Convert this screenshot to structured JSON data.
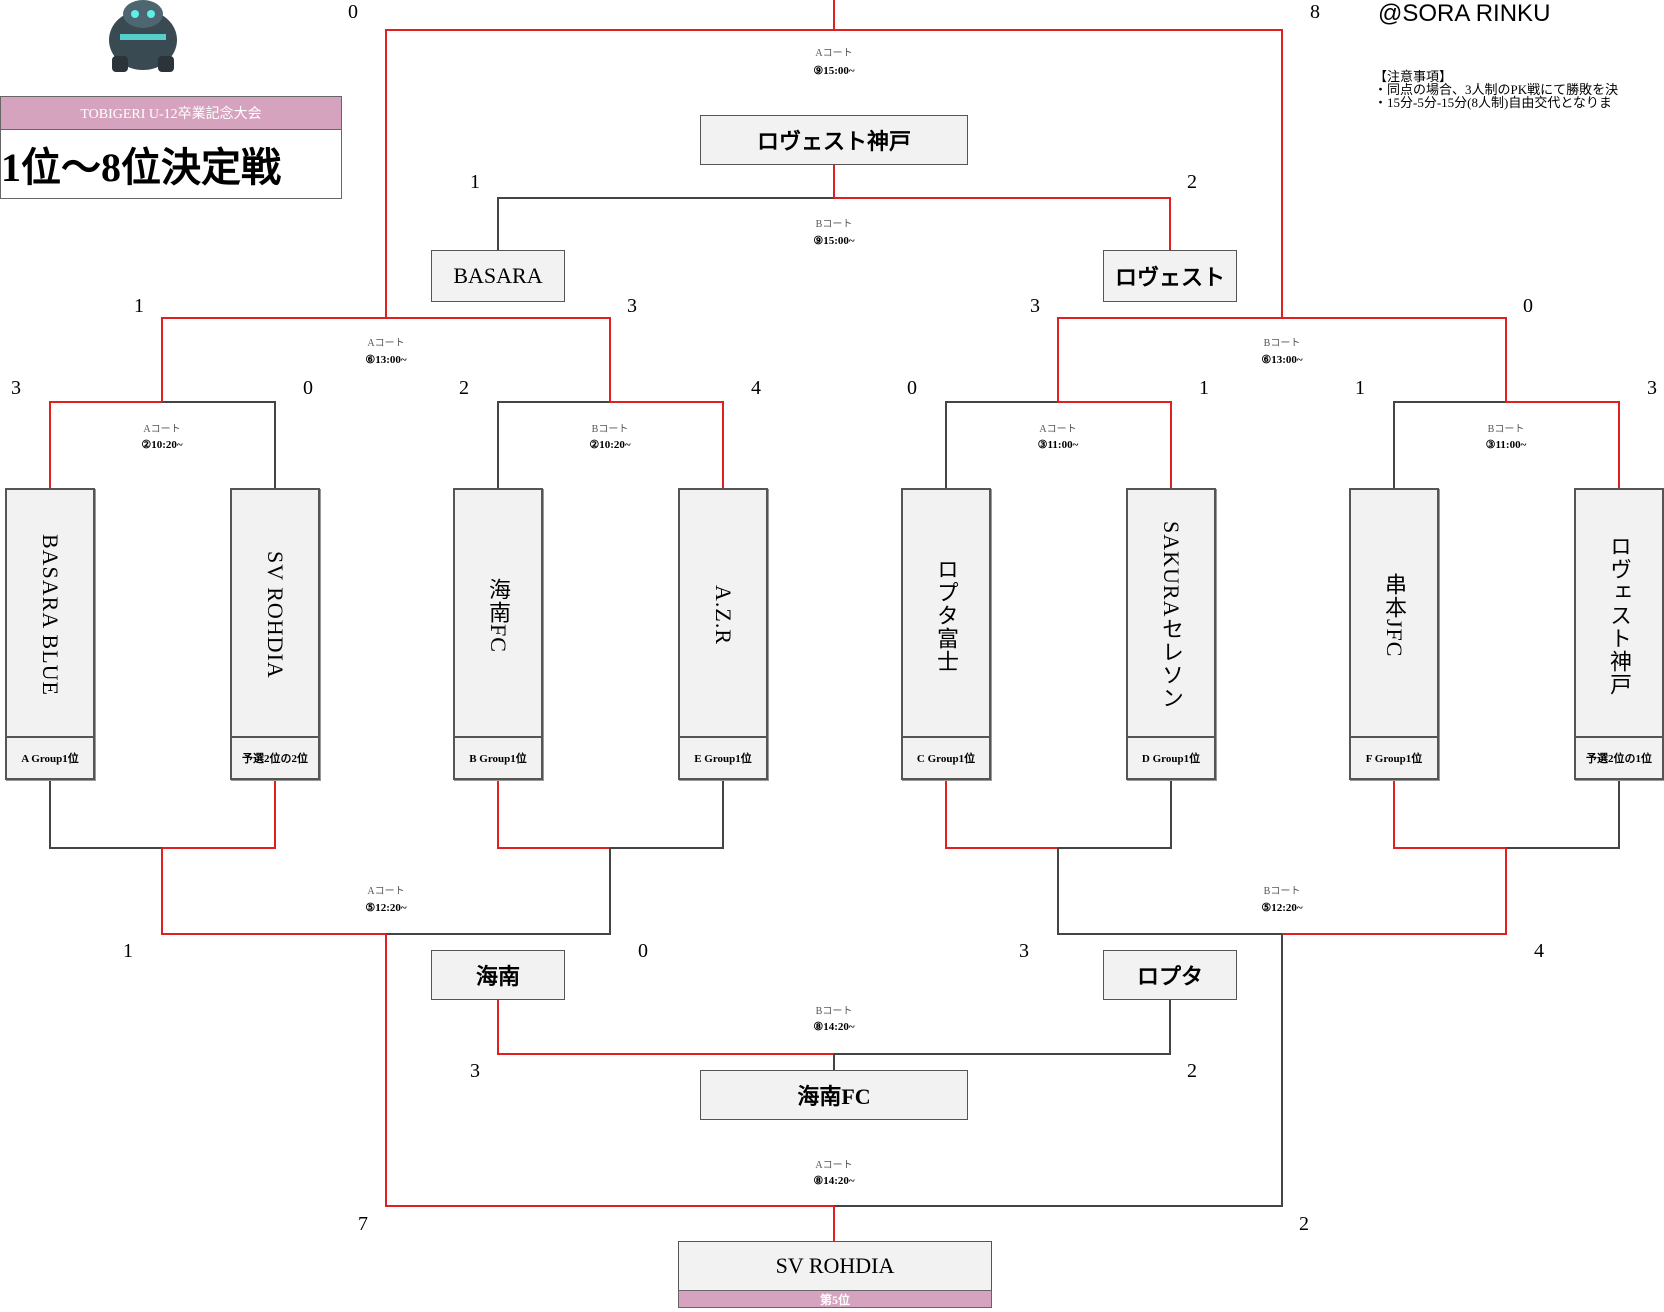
{
  "header": {
    "tournament": "TOBIGERI U-12卒業記念大会",
    "title": "1位〜8位決定戦",
    "venue": "@SORA RINKU",
    "notes_title": "【注意事項】",
    "notes": [
      "・同点の場合、3人制のPK戦にて勝敗を決",
      "・15分-5分-15分(8人制)自由交代となりま"
    ]
  },
  "teams": [
    {
      "name": "BASARA BLUE",
      "seed": "A Group1位"
    },
    {
      "name": "SV ROHDIA",
      "seed": "予選2位の2位"
    },
    {
      "name": "海南FC",
      "seed": "B Group1位"
    },
    {
      "name": "A.Z.R",
      "seed": "E Group1位"
    },
    {
      "name": "ロプタ富士",
      "seed": "C Group1位"
    },
    {
      "name": "SAKURAセレソン",
      "seed": "D Group1位"
    },
    {
      "name": "串本JFC",
      "seed": "F Group1位"
    },
    {
      "name": "ロヴェスト神戸",
      "seed": "予選2位の1位"
    }
  ],
  "matches": {
    "m1": {
      "court": "Aコート",
      "time": "②10:20~",
      "score_left": "3",
      "score_right": "0"
    },
    "m2": {
      "court": "Bコート",
      "time": "②10:20~",
      "score_left": "2",
      "score_right": "4"
    },
    "m3": {
      "court": "Aコート",
      "time": "③11:00~",
      "score_left": "0",
      "score_right": "1"
    },
    "m4": {
      "court": "Bコート",
      "time": "③11:00~",
      "score_left": "1",
      "score_right": "3"
    },
    "w1": {
      "court": "Aコート",
      "time": "⑥13:00~",
      "score_left": "1",
      "score_right": "3"
    },
    "w2": {
      "court": "Bコート",
      "time": "⑥13:00~",
      "score_left": "3",
      "score_right": "0"
    },
    "final": {
      "court": "Aコート",
      "time": "⑨15:00~",
      "score_left": "0",
      "score_right": "8",
      "winner": "ロヴェスト神戸"
    },
    "third": {
      "court": "Bコート",
      "time": "⑨15:00~",
      "score_left": "1",
      "score_right": "2",
      "winner": "ロヴェスト"
    },
    "l1": {
      "court": "Aコート",
      "time": "⑤12:20~",
      "score_left": "1",
      "score_right": "0"
    },
    "l2": {
      "court": "Bコート",
      "time": "⑤12:20~",
      "score_left": "3",
      "score_right": "4"
    },
    "fifth": {
      "court": "Aコート",
      "time": "⑧14:20~",
      "score_left": "7",
      "score_right": "2",
      "winner": "SV ROHDIA",
      "rank": "第5位"
    },
    "seventh": {
      "court": "Bコート",
      "time": "⑧14:20~",
      "score_left": "3",
      "score_right": "2",
      "winner": "海南FC"
    }
  },
  "boxes": {
    "semi_left": "BASARA",
    "semi_right": "ロヴェスト",
    "lower_left": "海南",
    "lower_right": "ロプタ"
  },
  "colors": {
    "winner_line": "#e02020",
    "loser_line": "#444444",
    "rank_fill": "#d6a3bf",
    "box_fill": "#f2f2f2"
  }
}
